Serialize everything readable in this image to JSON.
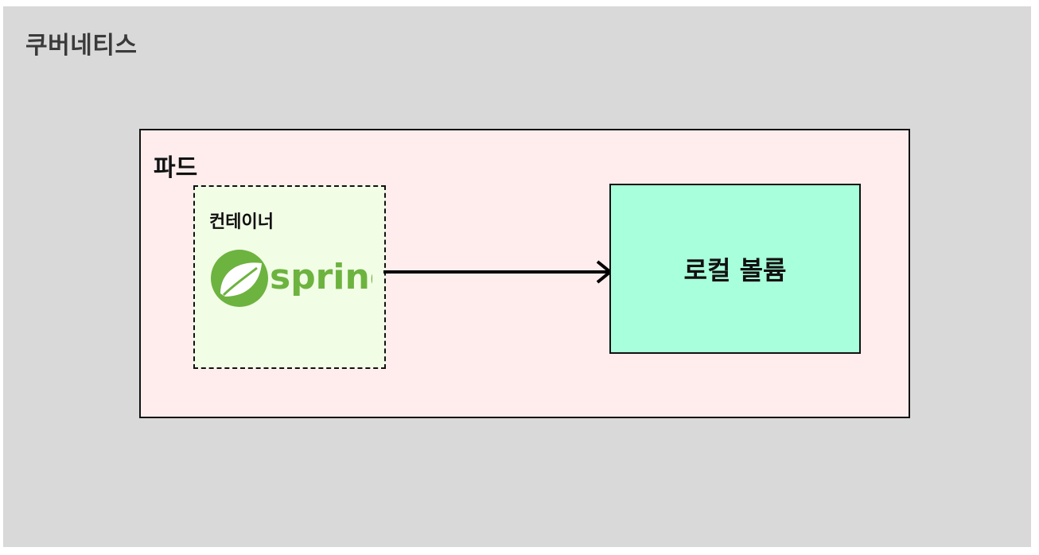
{
  "cluster": {
    "title": "쿠버네티스"
  },
  "pod": {
    "title": "파드"
  },
  "container": {
    "title": "컨테이너",
    "logo": {
      "icon": "spring-logo-icon",
      "wordmark": "spring",
      "color": "#6db33f"
    }
  },
  "volume": {
    "label": "로컬 볼륨"
  },
  "colors": {
    "cluster_bg": "#d9d9d9",
    "pod_bg": "#ffeded",
    "container_bg": "#f2fde6",
    "volume_bg": "#a8ffdb"
  }
}
